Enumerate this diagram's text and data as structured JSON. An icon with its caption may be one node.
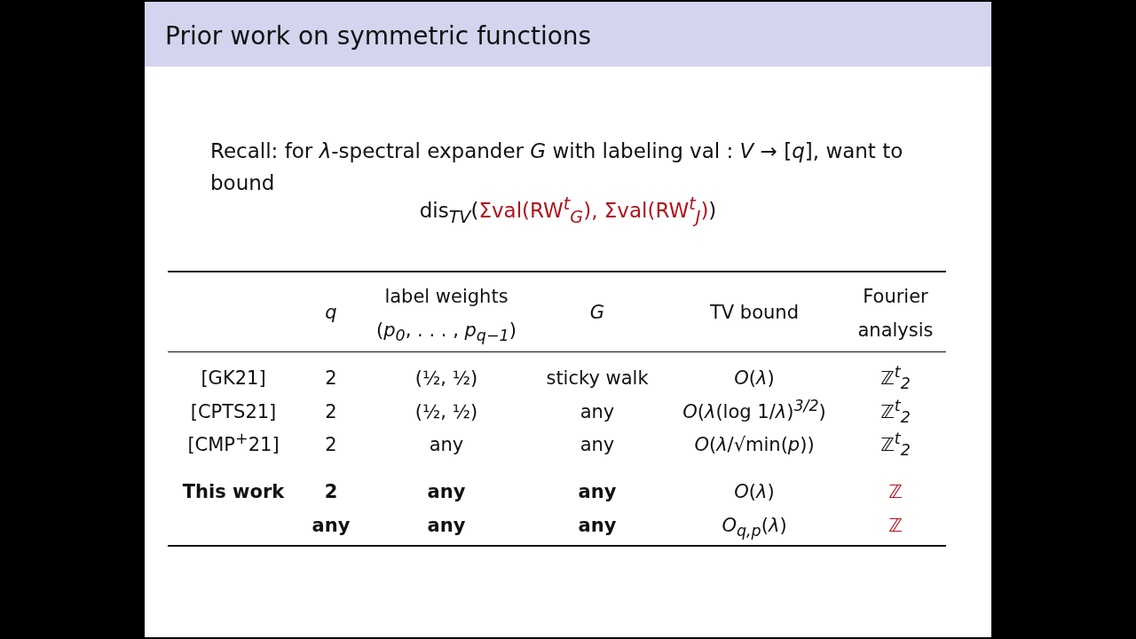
{
  "diagram": {
    "title": "Prior work on symmetric functions",
    "labels": [
      "Recall: for *λ*-spectral expander *G* with labeling val : *V* → [*q*], want to bound",
      "dis$_{TV}$(",
      "Σval(RW$^{t}$$_{G}$), Σval(RW$^{t}$$_{J}$)",
      ")",
      "*q*",
      "label weights",
      "(*p*$_{0}$, . . . , *p*$_{q−1}$)",
      "*G*",
      "TV bound",
      "Fourier analysis",
      "[GK21]",
      "2",
      "(½, ½)",
      "sticky walk",
      "*O*(*λ*)",
      "ℤ$^{t}$$_{2}$",
      "[CPTS21]",
      "2",
      "(½, ½)",
      "any",
      "*O*(*λ*(log 1/*λ*)$^{3/2}$)",
      "ℤ$^{t}$$_{2}$",
      "[CMP$^{+}$21]",
      "2",
      "any",
      "any",
      "*O*(*λ*/√min(*p*))",
      "ℤ$^{t}$$_{2}$",
      "This work",
      "2",
      "any",
      "any",
      "*O*(*λ*)",
      "ℤ",
      "any",
      "any",
      "any",
      "*O*$_{q,p}$(*λ*)",
      "ℤ"
    ]
  }
}
